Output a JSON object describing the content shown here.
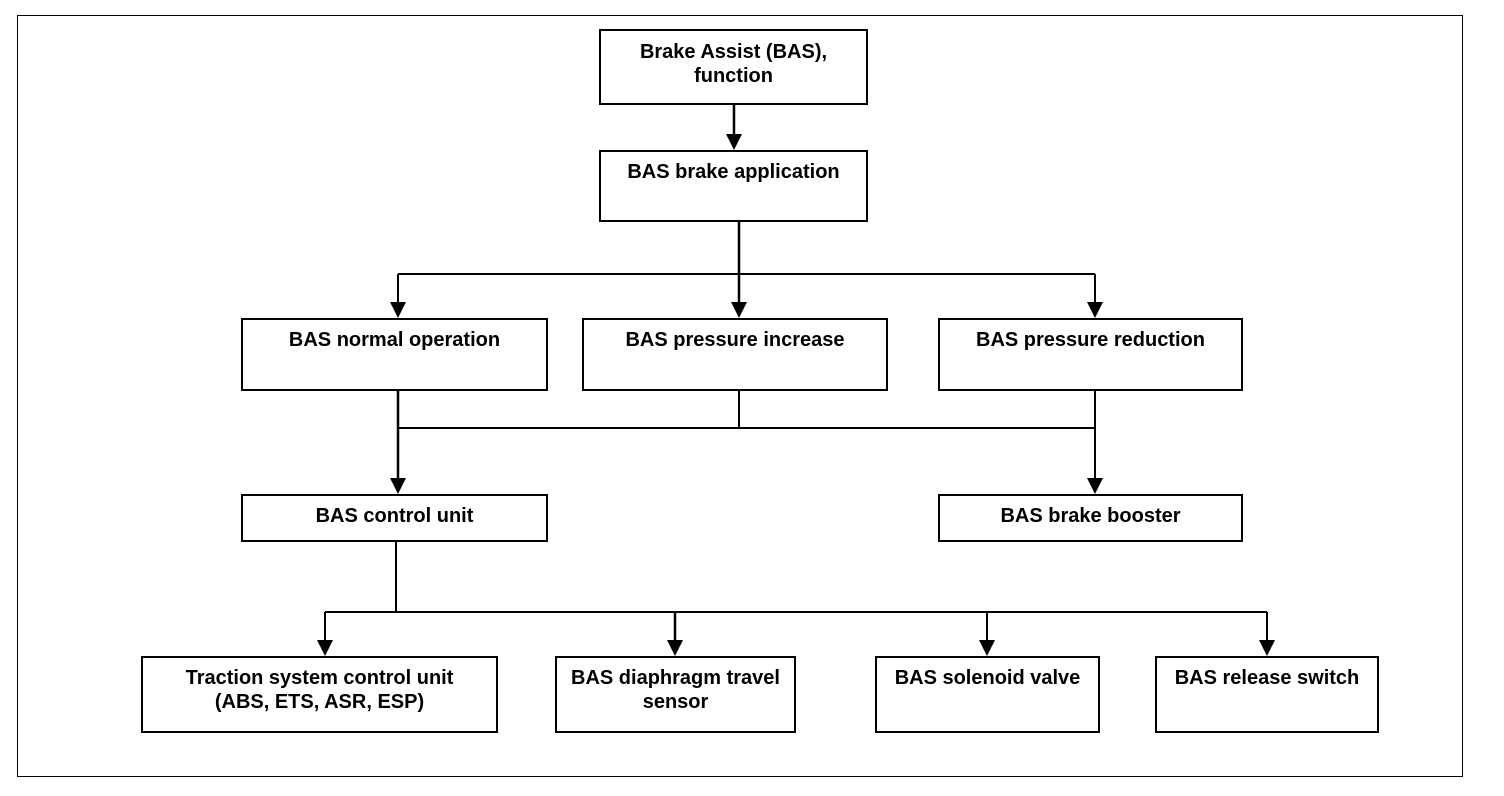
{
  "diagram": {
    "nodes": {
      "root": [
        "Brake Assist (BAS),",
        "function"
      ],
      "application": [
        "BAS brake application"
      ],
      "normal": [
        "BAS normal operation"
      ],
      "increase": [
        "BAS pressure increase"
      ],
      "reduction": [
        "BAS pressure reduction"
      ],
      "control_unit": [
        "BAS control unit"
      ],
      "booster": [
        "BAS brake booster"
      ],
      "traction": [
        "Traction system control unit",
        "(ABS, ETS, ASR, ESP)"
      ],
      "diaphragm": [
        "BAS diaphragm travel",
        "sensor"
      ],
      "solenoid": [
        "BAS solenoid valve"
      ],
      "release": [
        "BAS release switch"
      ]
    },
    "edges": [
      [
        "root",
        "application"
      ],
      [
        "application",
        "normal"
      ],
      [
        "application",
        "increase"
      ],
      [
        "application",
        "reduction"
      ],
      [
        "normal",
        "control_unit"
      ],
      [
        "increase",
        "control_unit"
      ],
      [
        "reduction",
        "control_unit"
      ],
      [
        "normal",
        "booster"
      ],
      [
        "increase",
        "booster"
      ],
      [
        "reduction",
        "booster"
      ],
      [
        "control_unit",
        "traction"
      ],
      [
        "control_unit",
        "diaphragm"
      ],
      [
        "control_unit",
        "solenoid"
      ],
      [
        "control_unit",
        "release"
      ]
    ]
  }
}
